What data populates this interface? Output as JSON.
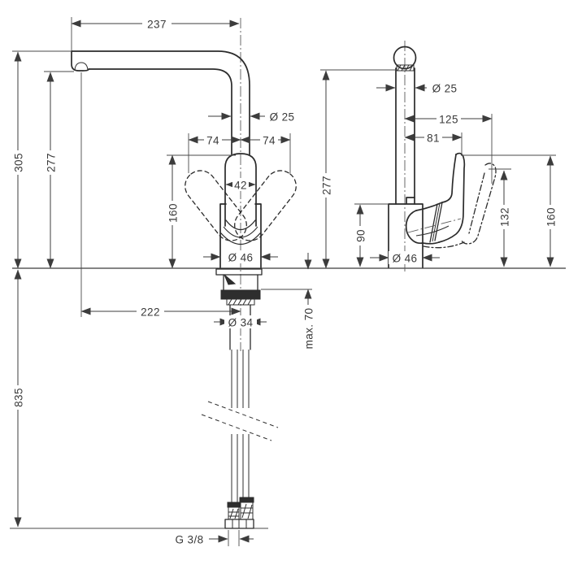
{
  "title": "Kitchen faucet dimensional drawing",
  "colors": {
    "line": "#2b2b2b",
    "dimension": "#3c3c3c",
    "background": "#ffffff"
  },
  "front_view": {
    "spout_reach": "237",
    "total_height": "305",
    "outlet_height": "277",
    "pipe_diameter": "Ø 25",
    "swivel_left": "74",
    "swivel_right": "74",
    "handle_width": "42",
    "handle_height": "160",
    "body_diameter": "Ø 46",
    "outlet_offset": "222",
    "shank_diameter": "Ø 34",
    "max_counter_thickness": "max. 70",
    "supply_hose_length": "835",
    "connection_thread": "G 3/8"
  },
  "side_view": {
    "pipe_diameter": "Ø 25",
    "handle_reach_open": "125",
    "handle_reach": "81",
    "outlet_height": "277",
    "body_height": "90",
    "body_diameter": "Ø 46",
    "handle_back_height": "132",
    "handle_top_height": "160"
  }
}
